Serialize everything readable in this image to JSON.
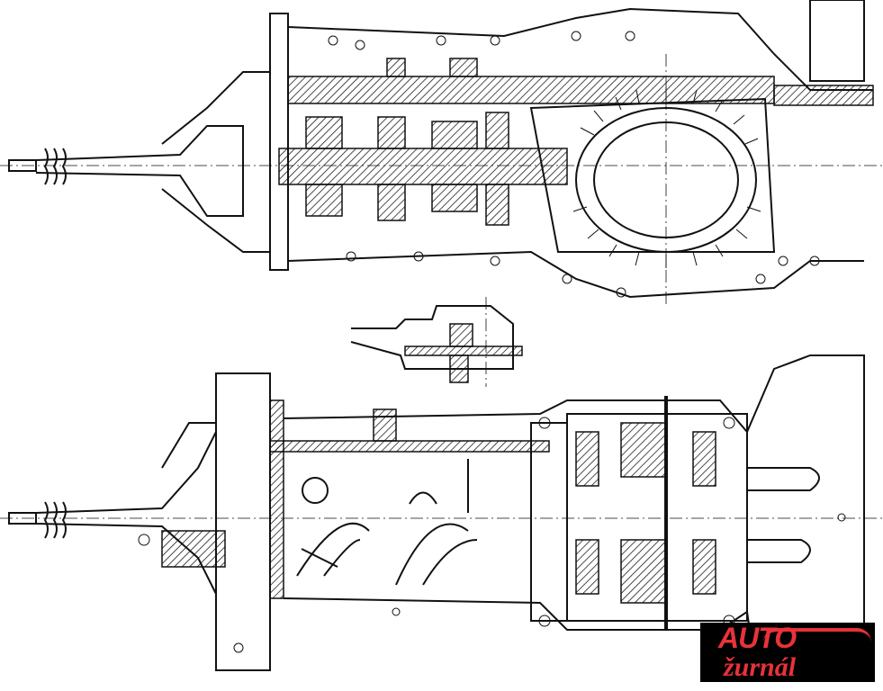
{
  "figure": {
    "subject": "gearbox-cross-section-drawing",
    "views": [
      "top-section",
      "detail-section",
      "bottom-section"
    ]
  },
  "logo": {
    "line1": "AUTO",
    "line2": "žurnál",
    "colors": {
      "text": "#e8323a",
      "background": "#000000"
    }
  }
}
